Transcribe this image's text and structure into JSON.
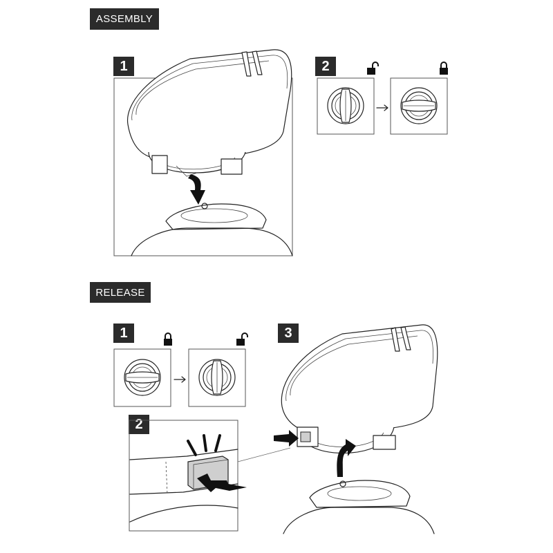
{
  "assembly": {
    "label": "ASSEMBLY",
    "steps": [
      {
        "number": "1"
      },
      {
        "number": "2"
      }
    ],
    "lock_sequence": [
      "unlocked-icon",
      "locked-icon"
    ]
  },
  "release": {
    "label": "RELEASE",
    "steps": [
      {
        "number": "1"
      },
      {
        "number": "2"
      },
      {
        "number": "3"
      }
    ],
    "lock_sequence": [
      "locked-icon",
      "unlocked-icon"
    ]
  },
  "colors": {
    "label_bg": "#2b2b2b",
    "label_text": "#ffffff",
    "line": "#222222",
    "button_fill": "#cfcfcf"
  }
}
